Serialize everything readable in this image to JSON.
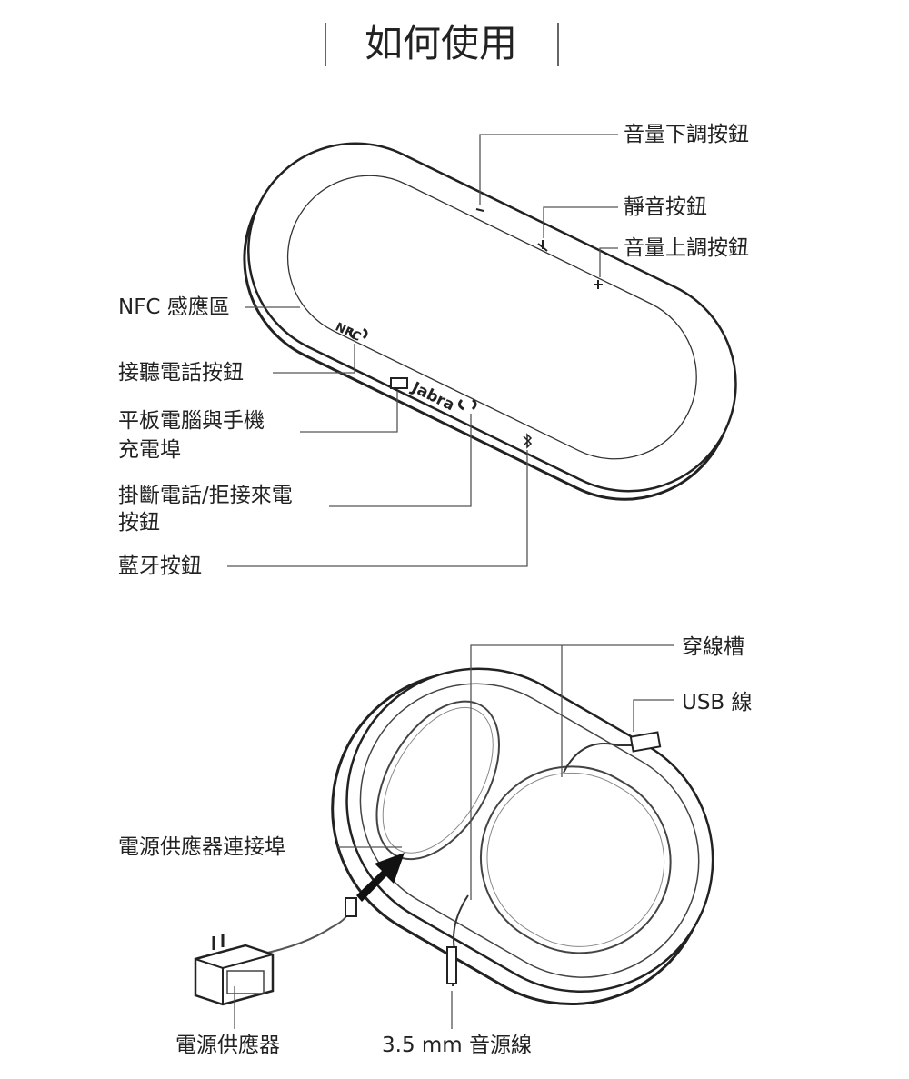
{
  "title": "如何使用",
  "top_device": {
    "brand": "Jabra",
    "nfc_mark": "NFC",
    "labels": {
      "volume_down": "音量下調按鈕",
      "mute": "靜音按鈕",
      "volume_up": "音量上調按鈕",
      "nfc": "NFC 感應區",
      "answer": "接聽電話按鈕",
      "charge_port_line1": "平板電腦與手機",
      "charge_port_line2": "充電埠",
      "end_call_line1": "掛斷電話/拒接來電",
      "end_call_line2": "按鈕",
      "bluetooth": "藍牙按鈕"
    }
  },
  "bottom_device": {
    "labels": {
      "cable_groove": "穿線槽",
      "usb_cable": "USB 線",
      "power_port": "電源供應器連接埠",
      "power_supply": "電源供應器",
      "audio_cable": "3.5 mm 音源線"
    }
  }
}
